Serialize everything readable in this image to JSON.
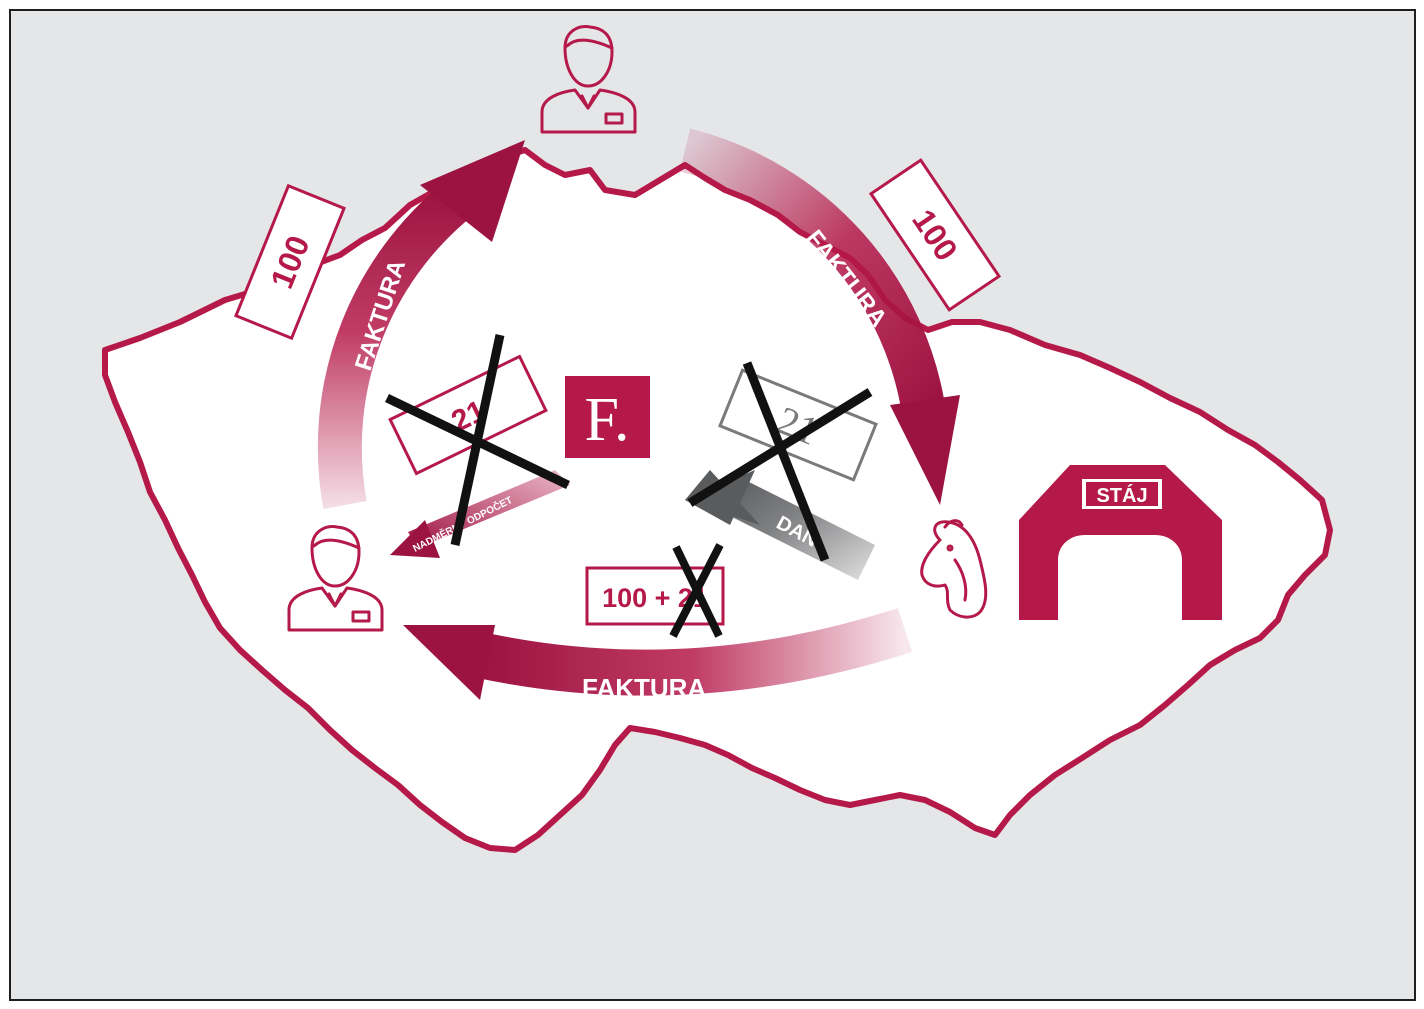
{
  "colors": {
    "background": "#e4e6e8",
    "frame": "#1e1e1e",
    "accent": "#b5194a",
    "accent_dark": "#9c1240",
    "grey_arrow": "#6a6b6d",
    "map_fill": "#ffffff",
    "cross": "#111111"
  },
  "arrows": {
    "left_invoice": "FAKTURA",
    "right_invoice": "FAKTURA",
    "bottom_invoice": "FAKTURA",
    "refund": "NADMĚRNÝ ODPOČET",
    "tax": "DAŇ"
  },
  "boxes": {
    "left_amount": "100",
    "right_amount": "100",
    "bottom_amount": "100 + 21",
    "center_left_amount": "21",
    "center_right_amount": "21"
  },
  "logo": {
    "letter": "F."
  },
  "stable": {
    "sign": "STÁJ"
  },
  "icons": {
    "top_person": "person-icon",
    "left_person": "person-icon",
    "horse": "horse-head-icon",
    "stable": "stable-gate-icon"
  }
}
